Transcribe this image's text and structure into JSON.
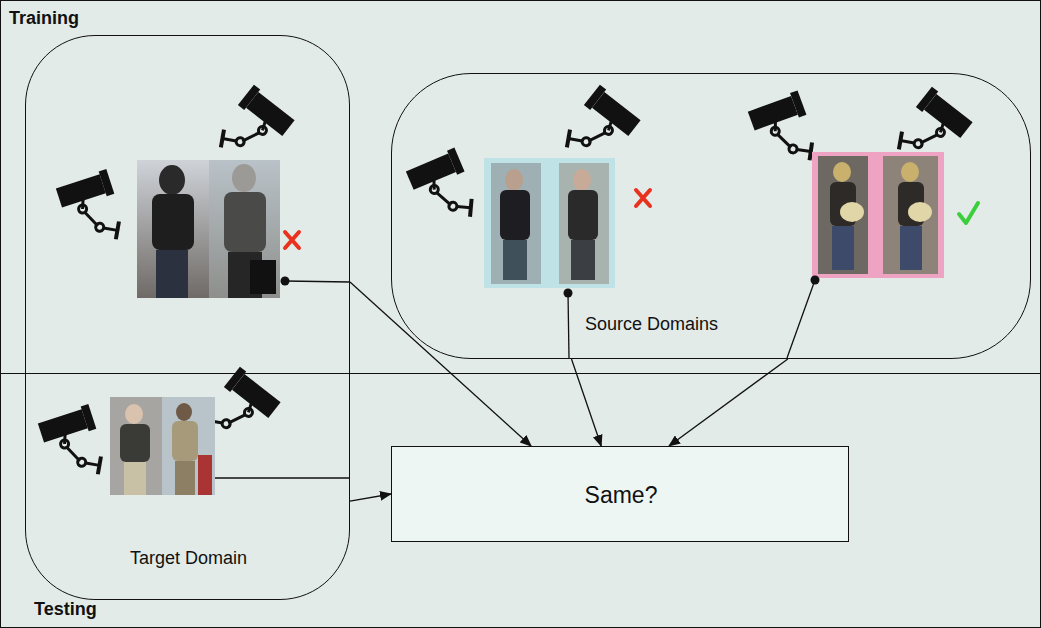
{
  "diagram": {
    "nodes": [
      {
        "text": [
          "Training"
        ]
      },
      {
        "text": [
          "Source Domains"
        ],
        "in": 0
      },
      {
        "text": [
          "Target Domain"
        ]
      },
      {
        "text": [
          "Testing"
        ]
      },
      {
        "text": [
          "Same?"
        ],
        "in": 3
      }
    ],
    "edges": [
      {
        "from": 2,
        "to": 4,
        "arrow": "to"
      },
      {
        "from": 1,
        "to": 4,
        "arrow": "to"
      },
      {
        "from": 1,
        "to": 4,
        "arrow": "to"
      },
      {
        "from": 2,
        "to": 4,
        "arrow": "to"
      }
    ]
  }
}
